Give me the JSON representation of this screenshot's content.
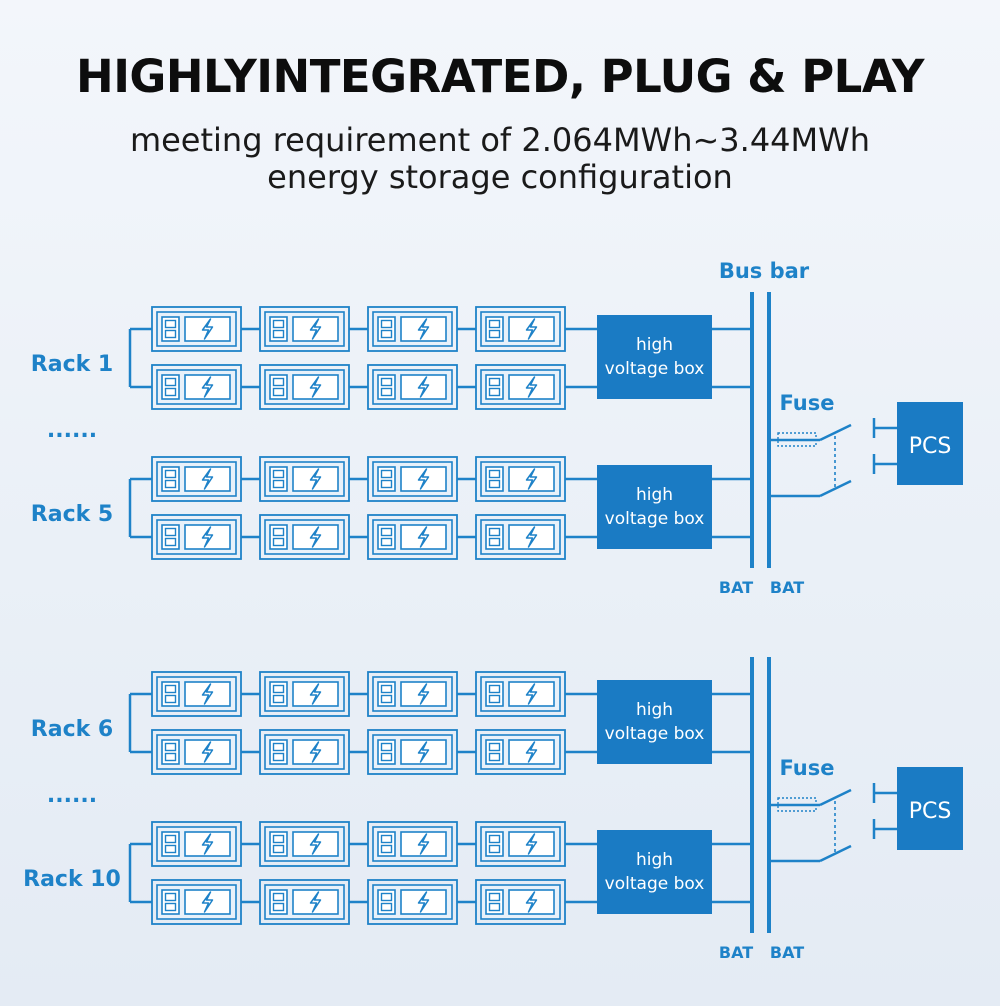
{
  "heading": {
    "title": "HIGHLYINTEGRATED, PLUG & PLAY",
    "subtitle_line1": "meeting requirement of 2.064MWh~3.44MWh",
    "subtitle_line2": "energy storage configuration"
  },
  "colors": {
    "accent": "#1e82c8",
    "box_fill": "#1a7bc4",
    "module_fill": "#e8f1fa",
    "text_dark": "#0d0d0d"
  },
  "icons": [
    "battery-cell-icon",
    "lightning-icon",
    "switch-icon"
  ],
  "groups": [
    {
      "racks": [
        {
          "label": "Rack 1",
          "hv_line1": "high",
          "hv_line2": "voltage box"
        },
        {
          "label": "Rack 5",
          "hv_line1": "high",
          "hv_line2": "voltage box"
        }
      ],
      "ellipsis": "......",
      "busbar_label": "Bus bar",
      "fuse_label": "Fuse",
      "pcs_label": "PCS",
      "bat_labels": [
        "BAT",
        "BAT"
      ]
    },
    {
      "racks": [
        {
          "label": "Rack 6",
          "hv_line1": "high",
          "hv_line2": "voltage box"
        },
        {
          "label": "Rack 10",
          "hv_line1": "high",
          "hv_line2": "voltage box"
        }
      ],
      "ellipsis": "......",
      "busbar_label": "",
      "fuse_label": "Fuse",
      "pcs_label": "PCS",
      "bat_labels": [
        "BAT",
        "BAT"
      ]
    }
  ]
}
